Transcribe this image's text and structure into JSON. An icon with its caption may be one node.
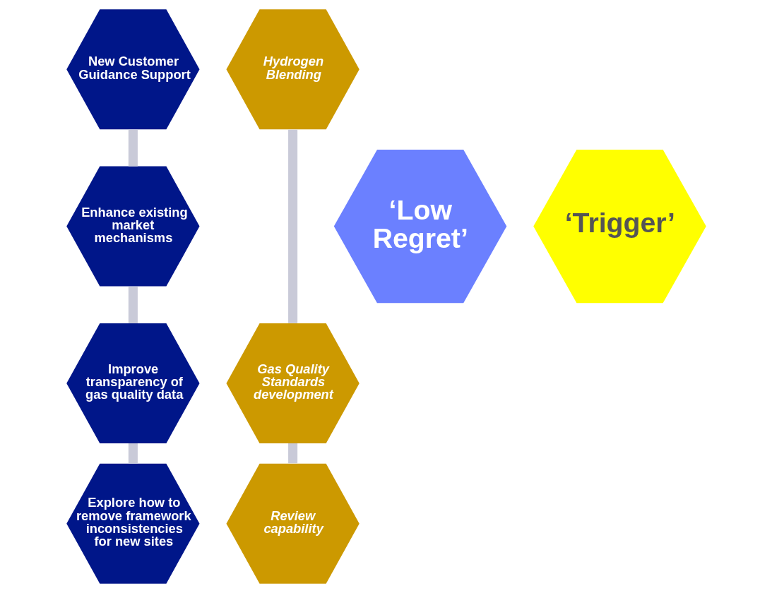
{
  "diagram": {
    "nodes": [
      {
        "text": [
          "New Customer Guidance Support"
        ]
      },
      {
        "text": [
          "Hydrogen Blending"
        ]
      },
      {
        "text": [
          "Enhance existing market mechanisms"
        ]
      },
      {
        "text": [
          "‘Low Regret’"
        ]
      },
      {
        "text": [
          "‘Trigger’"
        ]
      },
      {
        "text": [
          "Improve transparency of gas quality data"
        ]
      },
      {
        "text": [
          "Gas Quality Standards development"
        ]
      },
      {
        "text": [
          "Explore how to remove framework inconsistencies for new sites"
        ]
      },
      {
        "text": [
          "Review capability"
        ]
      }
    ],
    "edges": [
      {
        "from": 0,
        "to": 2,
        "arrow": "none"
      },
      {
        "from": 2,
        "to": 5,
        "arrow": "none"
      },
      {
        "from": 5,
        "to": 7,
        "arrow": "none"
      },
      {
        "from": 1,
        "to": 6,
        "arrow": "none"
      },
      {
        "from": 6,
        "to": 8,
        "arrow": "none"
      }
    ]
  }
}
